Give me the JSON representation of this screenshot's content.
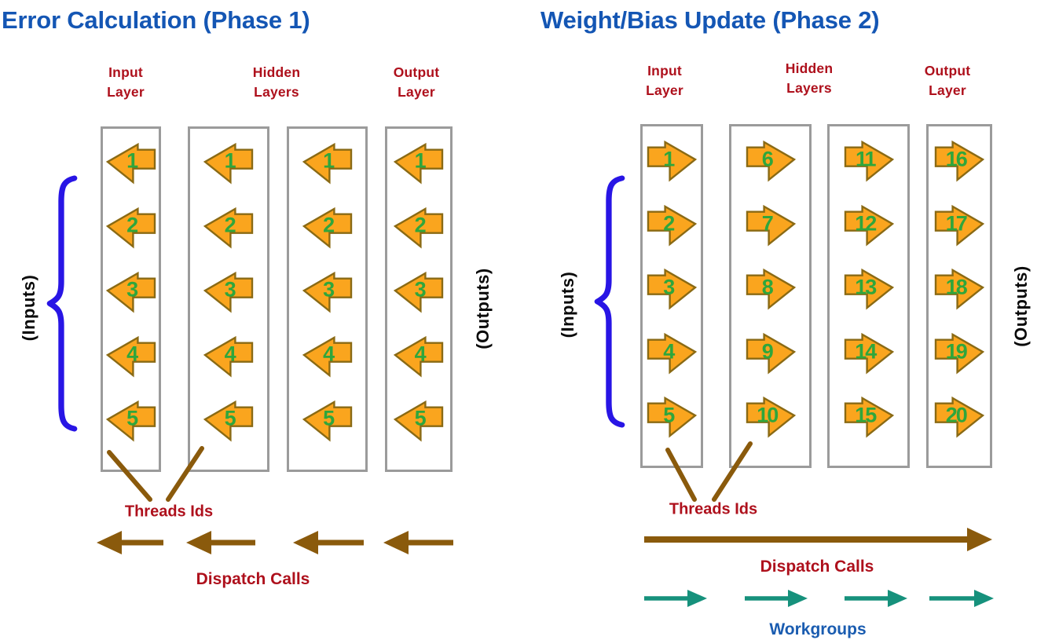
{
  "colors": {
    "title_blue": "#1456B4",
    "label_red": "#AE101C",
    "orange": "#FAA51E",
    "arrow_edge": "#8A6A14",
    "number_green": "#2FA63C",
    "brown": "#8A5A0C",
    "teal": "#16917C",
    "workgroups_blue": "#1A5CB0",
    "brace_blue": "#2815E5",
    "box_border": "#9B9B9B",
    "io_text": "#0A0A0A"
  },
  "left_panel": {
    "title": "Error Calculation (Phase 1)",
    "input_header": "Input\nLayer",
    "hidden_header": "Hidden\nLayers",
    "output_header": "Output\nLayer",
    "inputs_label": "(Inputs)",
    "outputs_label": "(Outputs)",
    "threads_label": "Threads Ids",
    "dispatch_label": "Dispatch Calls",
    "arrow_direction": "left",
    "columns": [
      {
        "layer": "input",
        "thread_ids": [
          1,
          2,
          3,
          4,
          5
        ]
      },
      {
        "layer": "hidden-1",
        "thread_ids": [
          1,
          2,
          3,
          4,
          5
        ]
      },
      {
        "layer": "hidden-2",
        "thread_ids": [
          1,
          2,
          3,
          4,
          5
        ]
      },
      {
        "layer": "output",
        "thread_ids": [
          1,
          2,
          3,
          4,
          5
        ]
      }
    ]
  },
  "right_panel": {
    "title": "Weight/Bias Update (Phase 2)",
    "input_header": "Input\nLayer",
    "hidden_header": "Hidden\nLayers",
    "output_header": "Output\nLayer",
    "inputs_label": "(Inputs)",
    "outputs_label": "(Outputs)",
    "threads_label": "Threads Ids",
    "dispatch_label": "Dispatch Calls",
    "workgroups_label": "Workgroups",
    "arrow_direction": "right",
    "columns": [
      {
        "layer": "input",
        "thread_ids": [
          1,
          2,
          3,
          4,
          5
        ]
      },
      {
        "layer": "hidden-1",
        "thread_ids": [
          6,
          7,
          8,
          9,
          10
        ]
      },
      {
        "layer": "hidden-2",
        "thread_ids": [
          11,
          12,
          13,
          14,
          15
        ]
      },
      {
        "layer": "output",
        "thread_ids": [
          16,
          17,
          18,
          19,
          20
        ]
      }
    ]
  }
}
